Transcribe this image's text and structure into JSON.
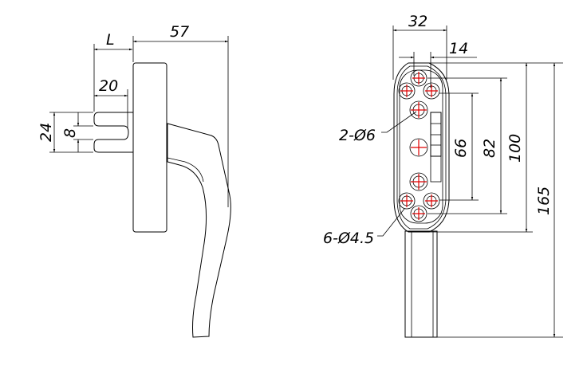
{
  "side_view": {
    "dim_overall_depth": "57",
    "dim_spindle_length": "L",
    "dim_slot_depth": "20",
    "dim_spindle_height": "24",
    "dim_slot_width": "8"
  },
  "front_view": {
    "dim_width": "32",
    "dim_offset": "14",
    "note_center_holes": "2-Ø6",
    "note_screw_holes": "6-Ø4.5",
    "dim_hole_spacing_inner": "66",
    "dim_hole_spacing_mid": "82",
    "dim_hole_spacing_outer": "100",
    "dim_total_length": "165"
  },
  "colors": {
    "lines": "#000000",
    "centerlines": "#e00000"
  }
}
